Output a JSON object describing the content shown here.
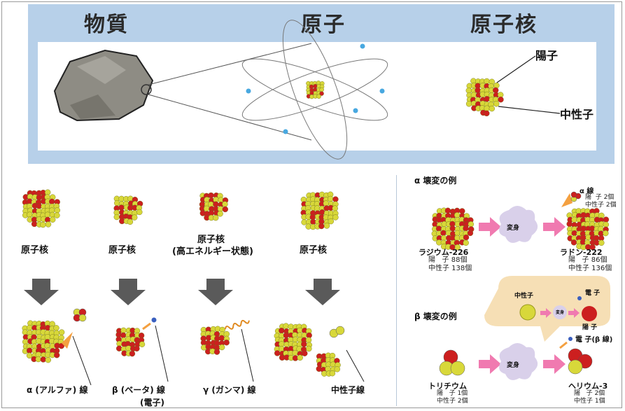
{
  "top": {
    "matter": "物質",
    "atom": "原子",
    "nucleus": "原子核",
    "proton": "陽子",
    "neutron": "中性子"
  },
  "decay": {
    "col1_top": "原子核",
    "col2_top": "原子核",
    "col3_top_line1": "原子核",
    "col3_top_line2": "(高エネルギー状態)",
    "col4_top": "原子核",
    "alpha_ray": "α (アルファ) 線",
    "beta_ray_line1": "β (ベータ) 線",
    "beta_ray_line2": "(電子)",
    "gamma_ray": "γ (ガンマ) 線",
    "neutron_ray": "中性子線"
  },
  "alpha_example": {
    "title": "α 壊変の例",
    "emitted_title": "α 線",
    "emitted_detail": "陽  子 2個\n中性子 2個",
    "parent_name": "ラジウム-226",
    "parent_detail": "陽   子 88個\n中性子 138個",
    "transform": "変身",
    "daughter_name": "ラドン-222",
    "daughter_detail": "陽   子 86個\n中性子 136個"
  },
  "beta_example": {
    "title": "β 壊変の例",
    "bubble_neutron": "中性子",
    "bubble_electron": "電 子",
    "bubble_proton": "陽 子",
    "transform_small": "変身",
    "emitted": "電 子(β 線)",
    "transform": "変身",
    "parent_name": "トリチウム",
    "parent_detail": "陽   子 1個\n中性子 2個",
    "daughter_name": "ヘリウム-3",
    "daughter_detail": "陽   子 2個\n中性子 1個"
  },
  "colors": {
    "panel_blue": "#b7d0e9",
    "proton_red": "#cc1f1f",
    "neutron_yellow": "#d8d83a",
    "arrow_gray": "#5a5a5a",
    "arrow_pink": "#f07ab0",
    "electron_blue": "#48a8e0",
    "bubble_tan": "#f6dfb5",
    "transform_lilac": "#d9d0ea",
    "rock_gray": "#8e8c84"
  }
}
